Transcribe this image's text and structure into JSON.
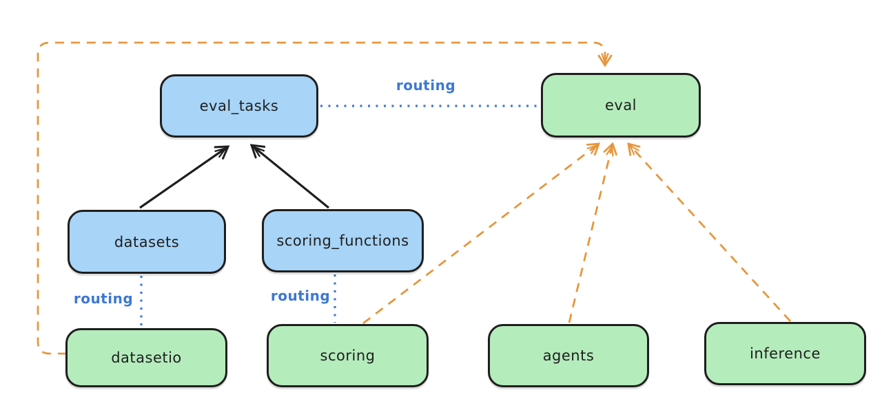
{
  "diagram": {
    "kind": "architecture-flowchart",
    "nodes": [
      {
        "id": "eval_tasks",
        "label": "eval_tasks",
        "group": "resource-blue"
      },
      {
        "id": "eval",
        "label": "eval",
        "group": "api-green"
      },
      {
        "id": "datasets",
        "label": "datasets",
        "group": "resource-blue"
      },
      {
        "id": "scoring_functions",
        "label": "scoring_functions",
        "group": "resource-blue"
      },
      {
        "id": "datasetio",
        "label": "datasetio",
        "group": "api-green"
      },
      {
        "id": "scoring",
        "label": "scoring",
        "group": "api-green"
      },
      {
        "id": "agents",
        "label": "agents",
        "group": "api-green"
      },
      {
        "id": "inference",
        "label": "inference",
        "group": "api-green"
      }
    ],
    "edges": {
      "solid_black": [
        {
          "from": "datasets",
          "to": "eval_tasks",
          "style": "solid-arrow"
        },
        {
          "from": "scoring_functions",
          "to": "eval_tasks",
          "style": "solid-arrow"
        }
      ],
      "routing": [
        {
          "from": "eval_tasks",
          "to": "eval",
          "label": "routing",
          "style": "dotted"
        },
        {
          "from": "datasets",
          "to": "datasetio",
          "label": "routing",
          "style": "dotted"
        },
        {
          "from": "scoring_functions",
          "to": "scoring",
          "label": "routing",
          "style": "dotted"
        }
      ],
      "dashed_orange": [
        {
          "from": "datasetio",
          "to": "eval",
          "style": "dashed-arrow",
          "route": "around-top-left"
        },
        {
          "from": "scoring",
          "to": "eval",
          "style": "dashed-arrow"
        },
        {
          "from": "agents",
          "to": "eval",
          "style": "dashed-arrow"
        },
        {
          "from": "inference",
          "to": "eval",
          "style": "dashed-arrow"
        }
      ]
    }
  },
  "colors": {
    "canvas_bg": "#ffffff",
    "node_stroke": "#1e1e1e",
    "blue_fill": "#a7d4f7",
    "green_fill": "#b5ecbc",
    "routing_blue": "#3c78d2",
    "arrow_orange": "#e6963c",
    "arrow_black": "#1e1e1e",
    "text": "#1e1e1e"
  }
}
